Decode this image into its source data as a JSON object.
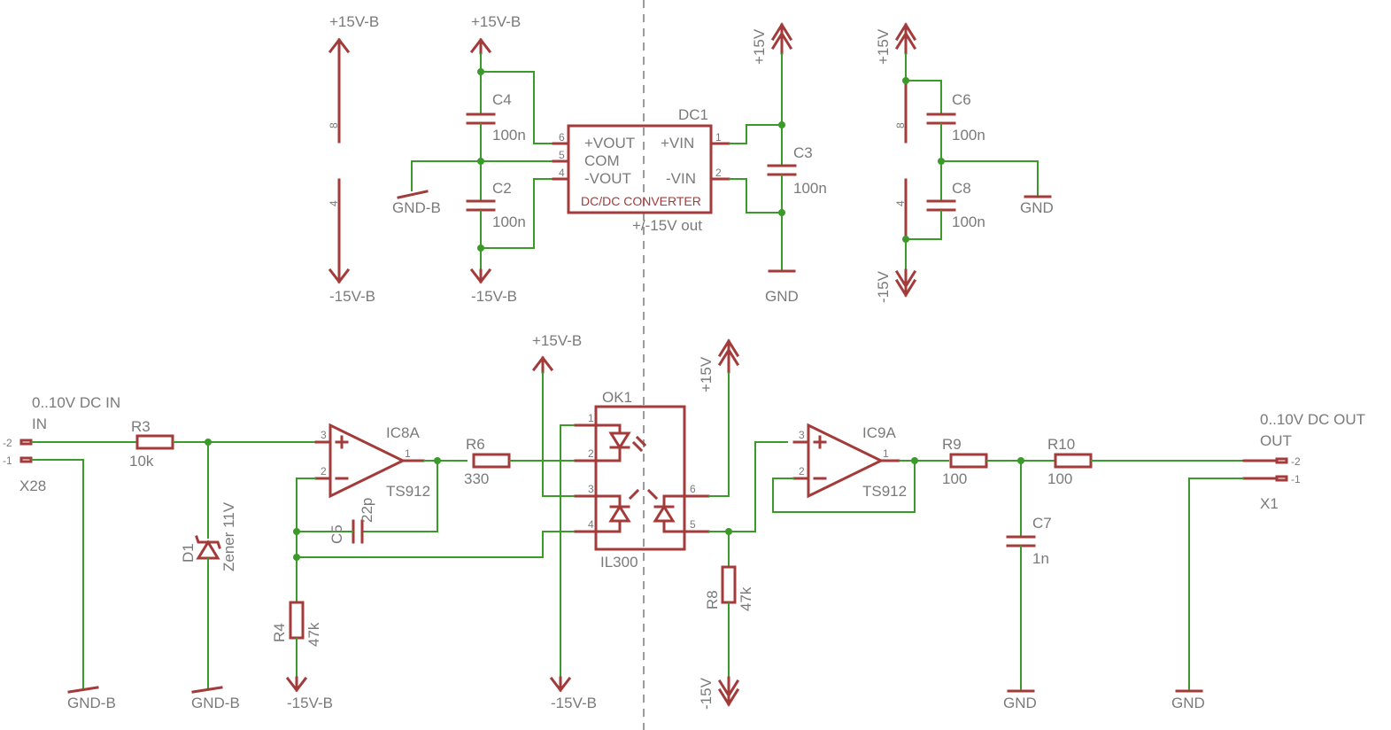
{
  "supply": {
    "p15vb": "+15V-B",
    "m15vb": "-15V-B",
    "gndb": "GND-B",
    "p15v": "+15V",
    "m15v": "-15V",
    "gnd": "GND",
    "pin8": "8",
    "pin4": "4"
  },
  "dc1": {
    "name": "DC1",
    "pins": {
      "p_vout": "6",
      "com": "5",
      "m_vout": "4",
      "p_vin": "1",
      "m_vin": "2"
    },
    "labels": {
      "p_vout": "+VOUT",
      "com": "COM",
      "m_vout": "-VOUT",
      "p_vin": "+VIN",
      "m_vin": "-VIN"
    },
    "title": "DC/DC CONVERTER",
    "value": "+/-15V out"
  },
  "capacitors": {
    "c4": {
      "name": "C4",
      "value": "100n"
    },
    "c2": {
      "name": "C2",
      "value": "100n"
    },
    "c3": {
      "name": "C3",
      "value": "100n"
    },
    "c6": {
      "name": "C6",
      "value": "100n"
    },
    "c8": {
      "name": "C8",
      "value": "100n"
    },
    "c5": {
      "name": "C5",
      "value": "22p"
    },
    "c7": {
      "name": "C7",
      "value": "1n"
    }
  },
  "resistors": {
    "r3": {
      "name": "R3",
      "value": "10k"
    },
    "r4": {
      "name": "R4",
      "value": "47k"
    },
    "r6": {
      "name": "R6",
      "value": "330"
    },
    "r8": {
      "name": "R8",
      "value": "47k"
    },
    "r9": {
      "name": "R9",
      "value": "100"
    },
    "r10": {
      "name": "R10",
      "value": "100"
    }
  },
  "d1": {
    "name": "D1",
    "value": "Zener 11V"
  },
  "ic8a": {
    "name": "IC8A",
    "value": "TS912",
    "pin_pos": "3",
    "pin_neg": "2",
    "pin_out": "1"
  },
  "ic9a": {
    "name": "IC9A",
    "value": "TS912",
    "pin_pos": "3",
    "pin_neg": "2",
    "pin_out": "1"
  },
  "ok1": {
    "name": "OK1",
    "value": "IL300",
    "pins": {
      "p1": "1",
      "p2": "2",
      "p3": "3",
      "p4": "4",
      "p5": "5",
      "p6": "6"
    }
  },
  "x28": {
    "name": "X28",
    "title": "0..10V DC IN",
    "sub": "IN",
    "pin2": "-2",
    "pin1": "-1"
  },
  "x1": {
    "name": "X1",
    "title": "0..10V DC OUT",
    "sub": "OUT",
    "pin2": "-2",
    "pin1": "-1"
  }
}
